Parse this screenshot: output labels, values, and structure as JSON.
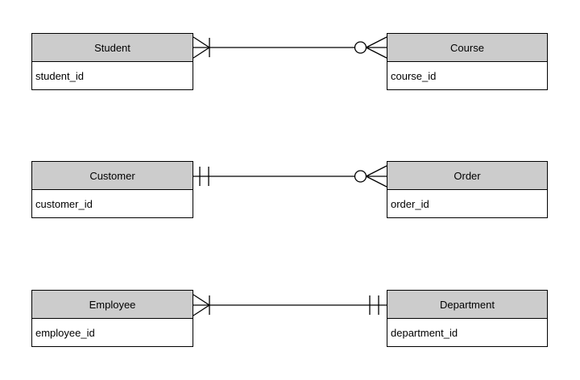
{
  "diagram": {
    "type": "entity-relationship-diagram",
    "notation": "crows-foot",
    "colors": {
      "background_color": "#ffffff",
      "entity_header_fill": "#cccccc",
      "entity_body_fill": "#ffffff",
      "line_color": "#000000"
    },
    "entities": [
      {
        "title": "Student",
        "attribute": "student_id"
      },
      {
        "title": "Course",
        "attribute": "course_id"
      },
      {
        "title": "Customer",
        "attribute": "customer_id"
      },
      {
        "title": "Order",
        "attribute": "order_id"
      },
      {
        "title": "Employee",
        "attribute": "employee_id"
      },
      {
        "title": "Department",
        "attribute": "department_id"
      }
    ],
    "relationships": [
      {
        "from": "Student",
        "to": "Course",
        "from_cardinality": "one-or-many (crows-foot + bar)",
        "to_cardinality": "zero-or-many (circle + crows-foot)"
      },
      {
        "from": "Customer",
        "to": "Order",
        "from_cardinality": "exactly-one (double bar)",
        "to_cardinality": "zero-or-many (circle + crows-foot)"
      },
      {
        "from": "Employee",
        "to": "Department",
        "from_cardinality": "one-or-many (crows-foot + bar)",
        "to_cardinality": "exactly-one (double bar)"
      }
    ]
  }
}
